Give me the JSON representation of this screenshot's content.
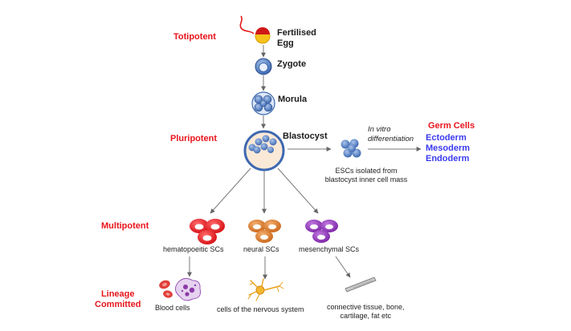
{
  "stages": {
    "totipotent": "Totipotent",
    "pluripotent": "Pluripotent",
    "multipotent": "Multipotent",
    "lineage_line1": "Lineage",
    "lineage_line2": "Committed"
  },
  "embryo": {
    "egg_line1": "Fertilised",
    "egg_line2": "Egg",
    "zygote": "Zygote",
    "morula": "Morula",
    "blastocyst": "Blastocyst"
  },
  "esc": {
    "invitro_line1": "In vitro",
    "invitro_line2": "differentiation",
    "isolated_line1": "ESCs isolated  from",
    "isolated_line2": "blastocyst inner cell mass"
  },
  "germ_cells": {
    "title": "Germ Cells",
    "layers": [
      "Ectoderm",
      "Mesoderm",
      "Endoderm"
    ]
  },
  "multipotent_cells": {
    "hematopoietic": "hematopoeitic  SCs",
    "neural": "neural SCs",
    "mesenchymal": "mesenchymal SCs"
  },
  "committed": {
    "blood": "Blood cells",
    "nervous": "cells of the nervous system",
    "connective_line1": "connective tissue, bone,",
    "connective_line2": "cartilage, fat etc"
  },
  "colors": {
    "stage_label": "#e8141b",
    "germ_layer": "#3a3af0",
    "cell_blue": "#4a78c0",
    "hematopoietic": "#e8141b",
    "neural": "#d9772b",
    "mesenchymal": "#8a2fb0"
  }
}
